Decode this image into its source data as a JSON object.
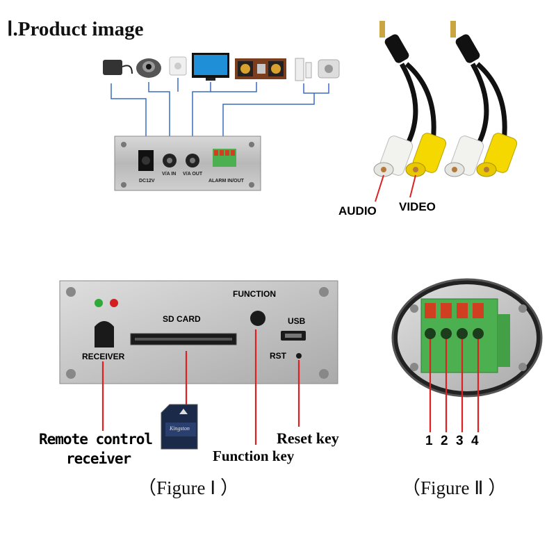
{
  "section_title": "Ⅰ.Product image",
  "top_panel": {
    "port_labels": [
      "DC12V",
      "V/A IN",
      "V/A OUT",
      "ALARM IN/OUT"
    ],
    "devices": [
      "power-adapter",
      "dome-camera",
      "microphone",
      "tv-monitor",
      "speaker",
      "door-sensor",
      "siren"
    ]
  },
  "av_cable": {
    "audio_label": "AUDIO",
    "video_label": "VIDEO",
    "colors": {
      "audio": "#f2f2ee",
      "video": "#f5d800"
    }
  },
  "figure1": {
    "function_label": "FUNCTION",
    "sd_card_label": "SD CARD",
    "usb_label": "USB",
    "rst_label": "RST",
    "receiver_label": "RECEIVER",
    "callouts": {
      "remote_line1": "Remote control",
      "remote_line2": "receiver",
      "function_key": "Function key",
      "reset_key": "Reset key"
    },
    "caption": "（Figure Ⅰ ）",
    "sd_card_brand": "Kingston"
  },
  "figure2": {
    "pins": [
      "1",
      "2",
      "3",
      "4"
    ],
    "caption": "（Figure Ⅱ ）"
  },
  "colors": {
    "callout_line": "#e02020",
    "wire": "#3a6bbf",
    "terminal": "#4caf50"
  }
}
